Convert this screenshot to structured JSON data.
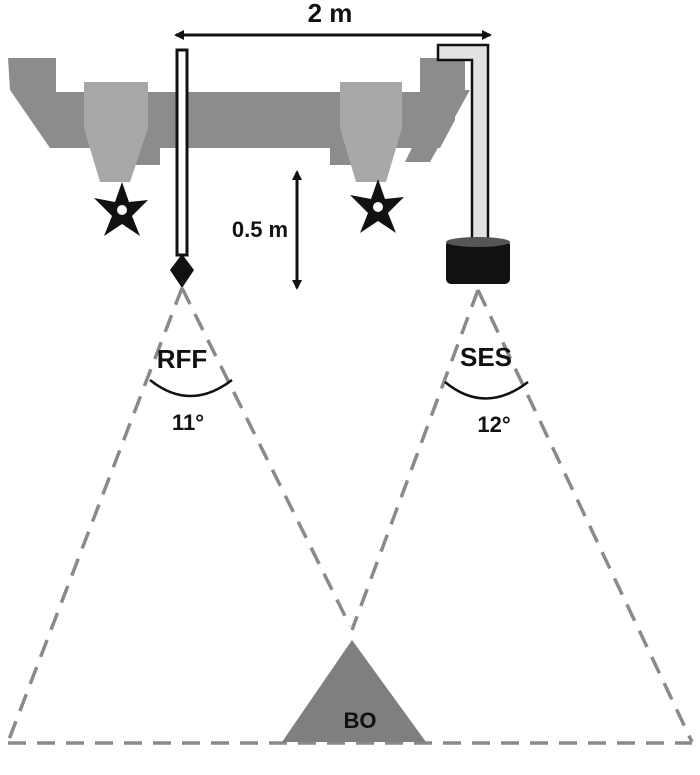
{
  "dimensions": {
    "horizontal_spacing": "2 m",
    "vertical_height": "0.5 m"
  },
  "sensors": [
    {
      "label": "RFF",
      "angle": "11°"
    },
    {
      "label": "SES",
      "angle": "12°"
    }
  ],
  "target": {
    "label": "BO"
  },
  "colors": {
    "frame_dark": "#8c8c8c",
    "frame_light": "#a8a8a8",
    "cone_dash": "#8a8a8a",
    "target_fill": "#7f7f7f",
    "rotor": "#111111"
  }
}
